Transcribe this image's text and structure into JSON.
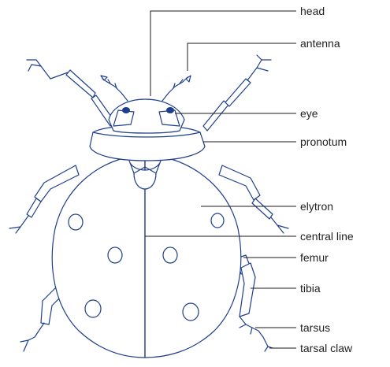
{
  "diagram": {
    "ink_color": "#1f3f8c",
    "leader_color": "#1a1a1a",
    "labels": {
      "head": "head",
      "antenna": "antenna",
      "eye": "eye",
      "pronotum": "pronotum",
      "elytron": "elytron",
      "central_line": "central line",
      "femur": "femur",
      "tibia": "tibia",
      "tarsus": "tarsus",
      "tarsal_claw": "tarsal claw"
    }
  }
}
